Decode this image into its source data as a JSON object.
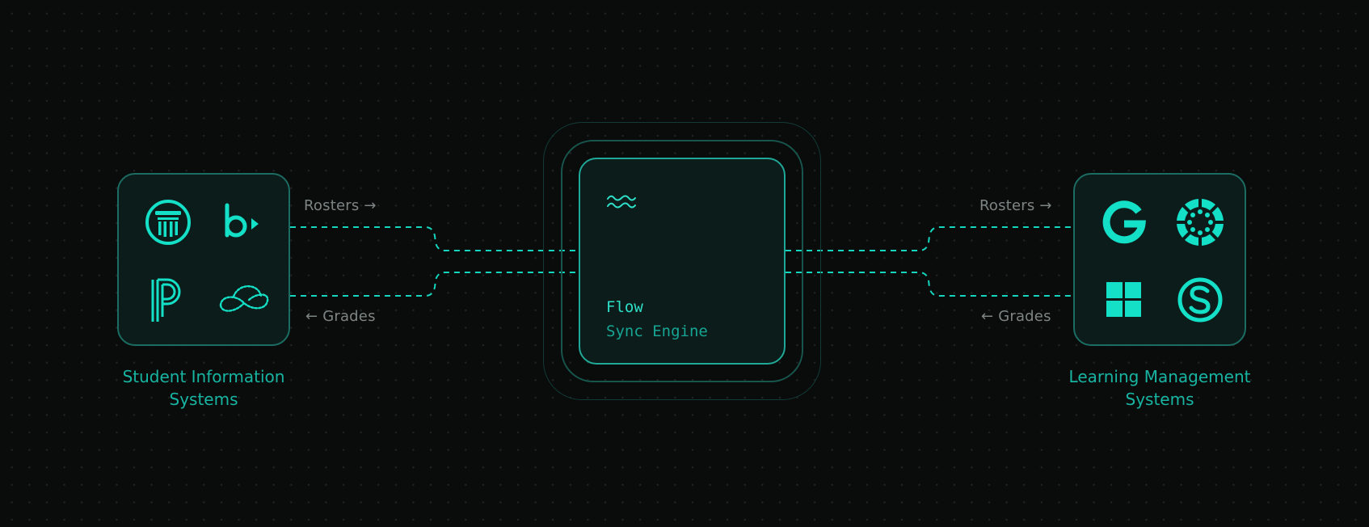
{
  "colors": {
    "background": "#0a0b0b",
    "accent": "#14e0c8",
    "card_fill": "#0c1c1a",
    "card_border": "#1b6c62",
    "label_gray": "#7d8584",
    "caption_teal": "#17b5a2"
  },
  "left_group": {
    "caption_line1": "Student Information",
    "caption_line2": "Systems",
    "logos": [
      "pillar-seal-icon",
      "b-arrow-icon",
      "p-monogram-icon",
      "infinity-loop-icon"
    ],
    "top_edge_label": "Rosters →",
    "bottom_edge_label": "← Grades"
  },
  "engine": {
    "icon": "waves-icon",
    "title": "Flow",
    "subtitle": "Sync Engine"
  },
  "right_group": {
    "caption_line1": "Learning Management",
    "caption_line2": "Systems",
    "logos": [
      "google-g-icon",
      "canvas-dots-icon",
      "windows-icon",
      "schoology-s-icon"
    ],
    "top_edge_label": "Rosters →",
    "bottom_edge_label": "← Grades"
  }
}
